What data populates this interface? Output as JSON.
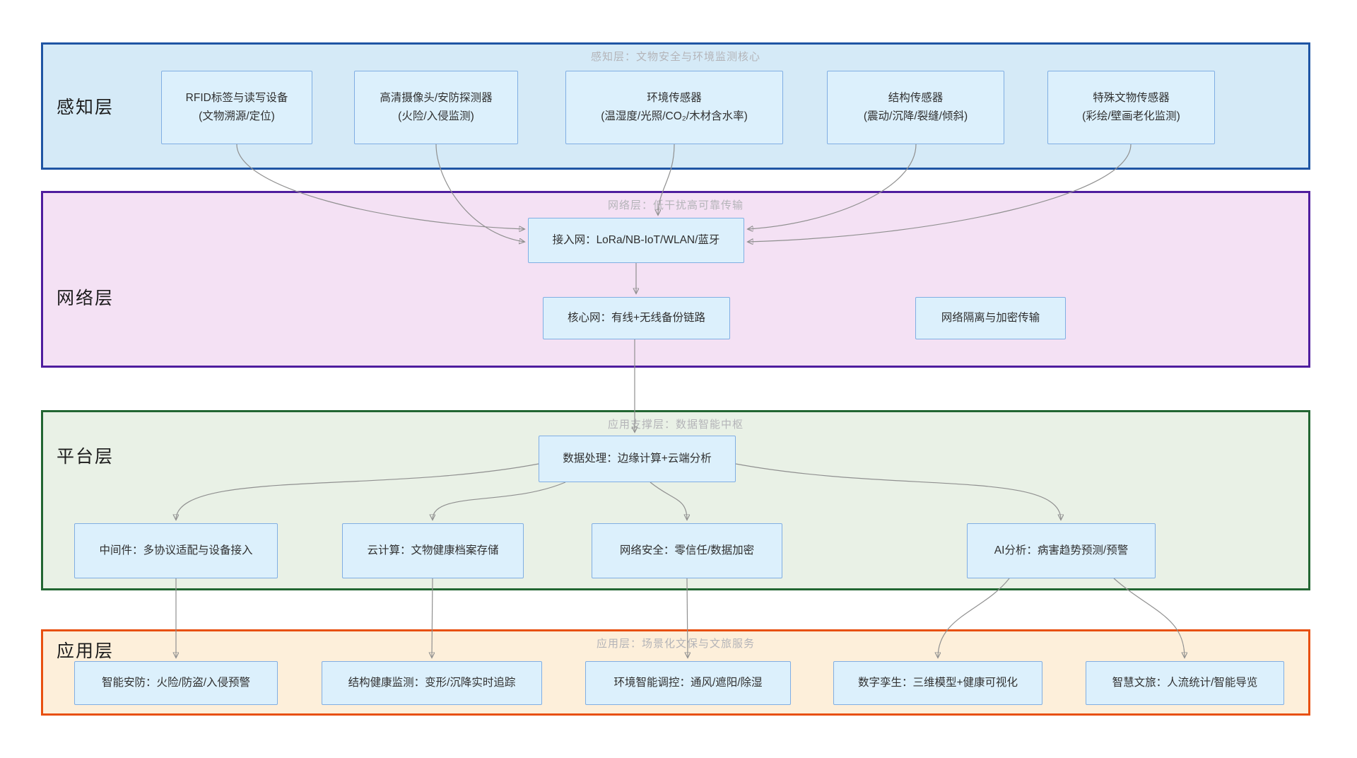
{
  "layers": {
    "perception": {
      "label": "感知层",
      "caption": "感知层：文物安全与环境监测核心",
      "nodes": {
        "rfid": {
          "line1": "RFID标签与读写设备",
          "line2": "(文物溯源/定位)"
        },
        "camera": {
          "line1": "高清摄像头/安防探测器",
          "line2": "(火险/入侵监测)"
        },
        "env": {
          "line1": "环境传感器",
          "line2": "(温湿度/光照/CO₂/木材含水率)"
        },
        "structure": {
          "line1": "结构传感器",
          "line2": "(震动/沉降/裂缝/倾斜)"
        },
        "special": {
          "line1": "特殊文物传感器",
          "line2": "(彩绘/壁画老化监测)"
        }
      }
    },
    "network": {
      "label": "网络层",
      "caption": "网络层：低干扰高可靠传输",
      "nodes": {
        "access": "接入网：LoRa/NB-IoT/WLAN/蓝牙",
        "core": "核心网：有线+无线备份链路",
        "isolation": "网络隔离与加密传输"
      }
    },
    "platform": {
      "label": "平台层",
      "caption": "应用支撑层：数据智能中枢",
      "nodes": {
        "processing": "数据处理：边缘计算+云端分析",
        "middleware": "中间件：多协议适配与设备接入",
        "cloud": "云计算：文物健康档案存储",
        "security": "网络安全：零信任/数据加密",
        "ai": "AI分析：病害趋势预测/预警"
      }
    },
    "application": {
      "label": "应用层",
      "caption": "应用层：场景化文保与文旅服务",
      "nodes": {
        "safety": "智能安防：火险/防盗/入侵预警",
        "health": "结构健康监测：变形/沉降实时追踪",
        "env_control": "环境智能调控：通风/遮阳/除湿",
        "twin": "数字孪生：三维模型+健康可视化",
        "tourism": "智慧文旅：人流统计/智能导览"
      }
    }
  },
  "edges": [
    [
      "rfid",
      "access"
    ],
    [
      "camera",
      "access"
    ],
    [
      "env",
      "access"
    ],
    [
      "structure",
      "access"
    ],
    [
      "special",
      "access"
    ],
    [
      "access",
      "core"
    ],
    [
      "core",
      "processing"
    ],
    [
      "processing",
      "middleware"
    ],
    [
      "processing",
      "cloud"
    ],
    [
      "processing",
      "security"
    ],
    [
      "processing",
      "ai"
    ],
    [
      "middleware",
      "safety"
    ],
    [
      "cloud",
      "health"
    ],
    [
      "security",
      "env_control"
    ],
    [
      "ai",
      "twin"
    ],
    [
      "ai",
      "tourism"
    ]
  ],
  "colors": {
    "perception-fill": "#d5eaf7",
    "perception-border": "#1f55a4",
    "network-fill": "#f4e1f4",
    "network-border": "#4f1d9e",
    "platform-fill": "#e9f1e6",
    "platform-border": "#226632",
    "application-fill": "#fdefda",
    "application-border": "#e8500f",
    "node-fill": "#dcf0fc",
    "node-border": "#80aee3",
    "node-text": "#303030",
    "edge": "#909090",
    "caption": "#b4b4b8",
    "label": "#1c1c1c"
  }
}
